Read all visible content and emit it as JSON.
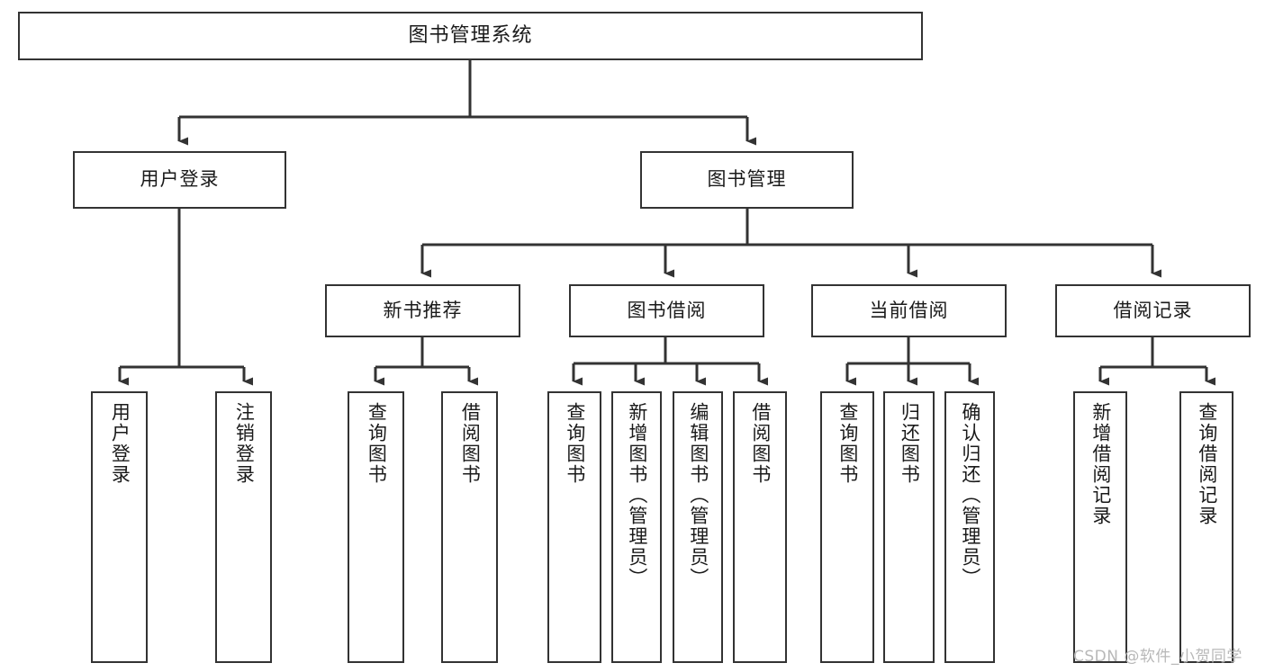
{
  "diagram": {
    "title": "图书管理系统",
    "type": "tree-hierarchy",
    "orientation": "top-down",
    "root": {
      "label": "图书管理系统"
    },
    "level1": [
      {
        "label": "用户登录"
      },
      {
        "label": "图书管理"
      }
    ],
    "level2": [
      {
        "label": "新书推荐"
      },
      {
        "label": "图书借阅"
      },
      {
        "label": "当前借阅"
      },
      {
        "label": "借阅记录"
      }
    ],
    "leaves": {
      "user_login": [
        {
          "label": "用户登录"
        },
        {
          "label": "注销登录"
        }
      ],
      "new_book_recommend": [
        {
          "label": "查询图书"
        },
        {
          "label": "借阅图书"
        }
      ],
      "book_borrow": [
        {
          "label": "查询图书"
        },
        {
          "label": "新增图书（管理员）"
        },
        {
          "label": "编辑图书（管理员）"
        },
        {
          "label": "借阅图书"
        }
      ],
      "current_borrow": [
        {
          "label": "查询图书"
        },
        {
          "label": "归还图书"
        },
        {
          "label": "确认归还（管理员）"
        }
      ],
      "borrow_record": [
        {
          "label": "新增借阅记录"
        },
        {
          "label": "查询借阅记录"
        }
      ]
    },
    "watermark": "CSDN @软件_小贺同学",
    "colors": {
      "stroke": "#333333",
      "fill": "#ffffff",
      "text": "#1a1a1a",
      "watermark": "#b8b8b8"
    }
  }
}
